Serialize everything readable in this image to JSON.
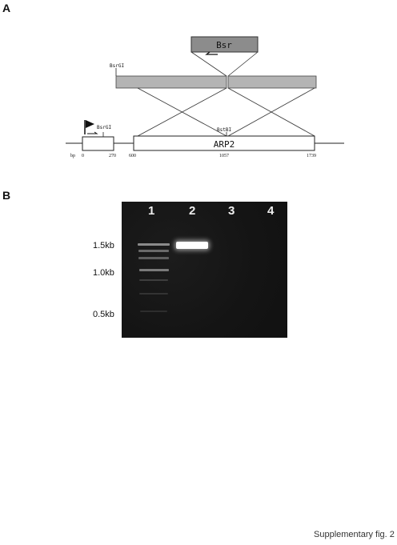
{
  "figure": {
    "footer_text": "Supplementary fig. 2"
  },
  "panel_a": {
    "letter": "A",
    "cassette_label": "Bsr",
    "left_site_label": "BsrGI",
    "promoter_site_label": "BsrGI",
    "middle_site_label": "BstBI",
    "gene_label": "ARP2",
    "bp_label": "bp",
    "ruler": {
      "pos_0": "0",
      "pos_270": "270",
      "pos_600": "600",
      "pos_1057": "1057",
      "pos_1739": "1739"
    }
  },
  "panel_b": {
    "letter": "B",
    "lanes": [
      "1",
      "2",
      "3",
      "4"
    ],
    "markers": [
      "1.5kb",
      "1.0kb",
      "0.5kb"
    ]
  },
  "colors": {
    "construct_fill": "#b4b4b4",
    "cassette_fill": "#8c8c8c",
    "gel_background": "#161616",
    "band_bright": "#ffffff"
  }
}
